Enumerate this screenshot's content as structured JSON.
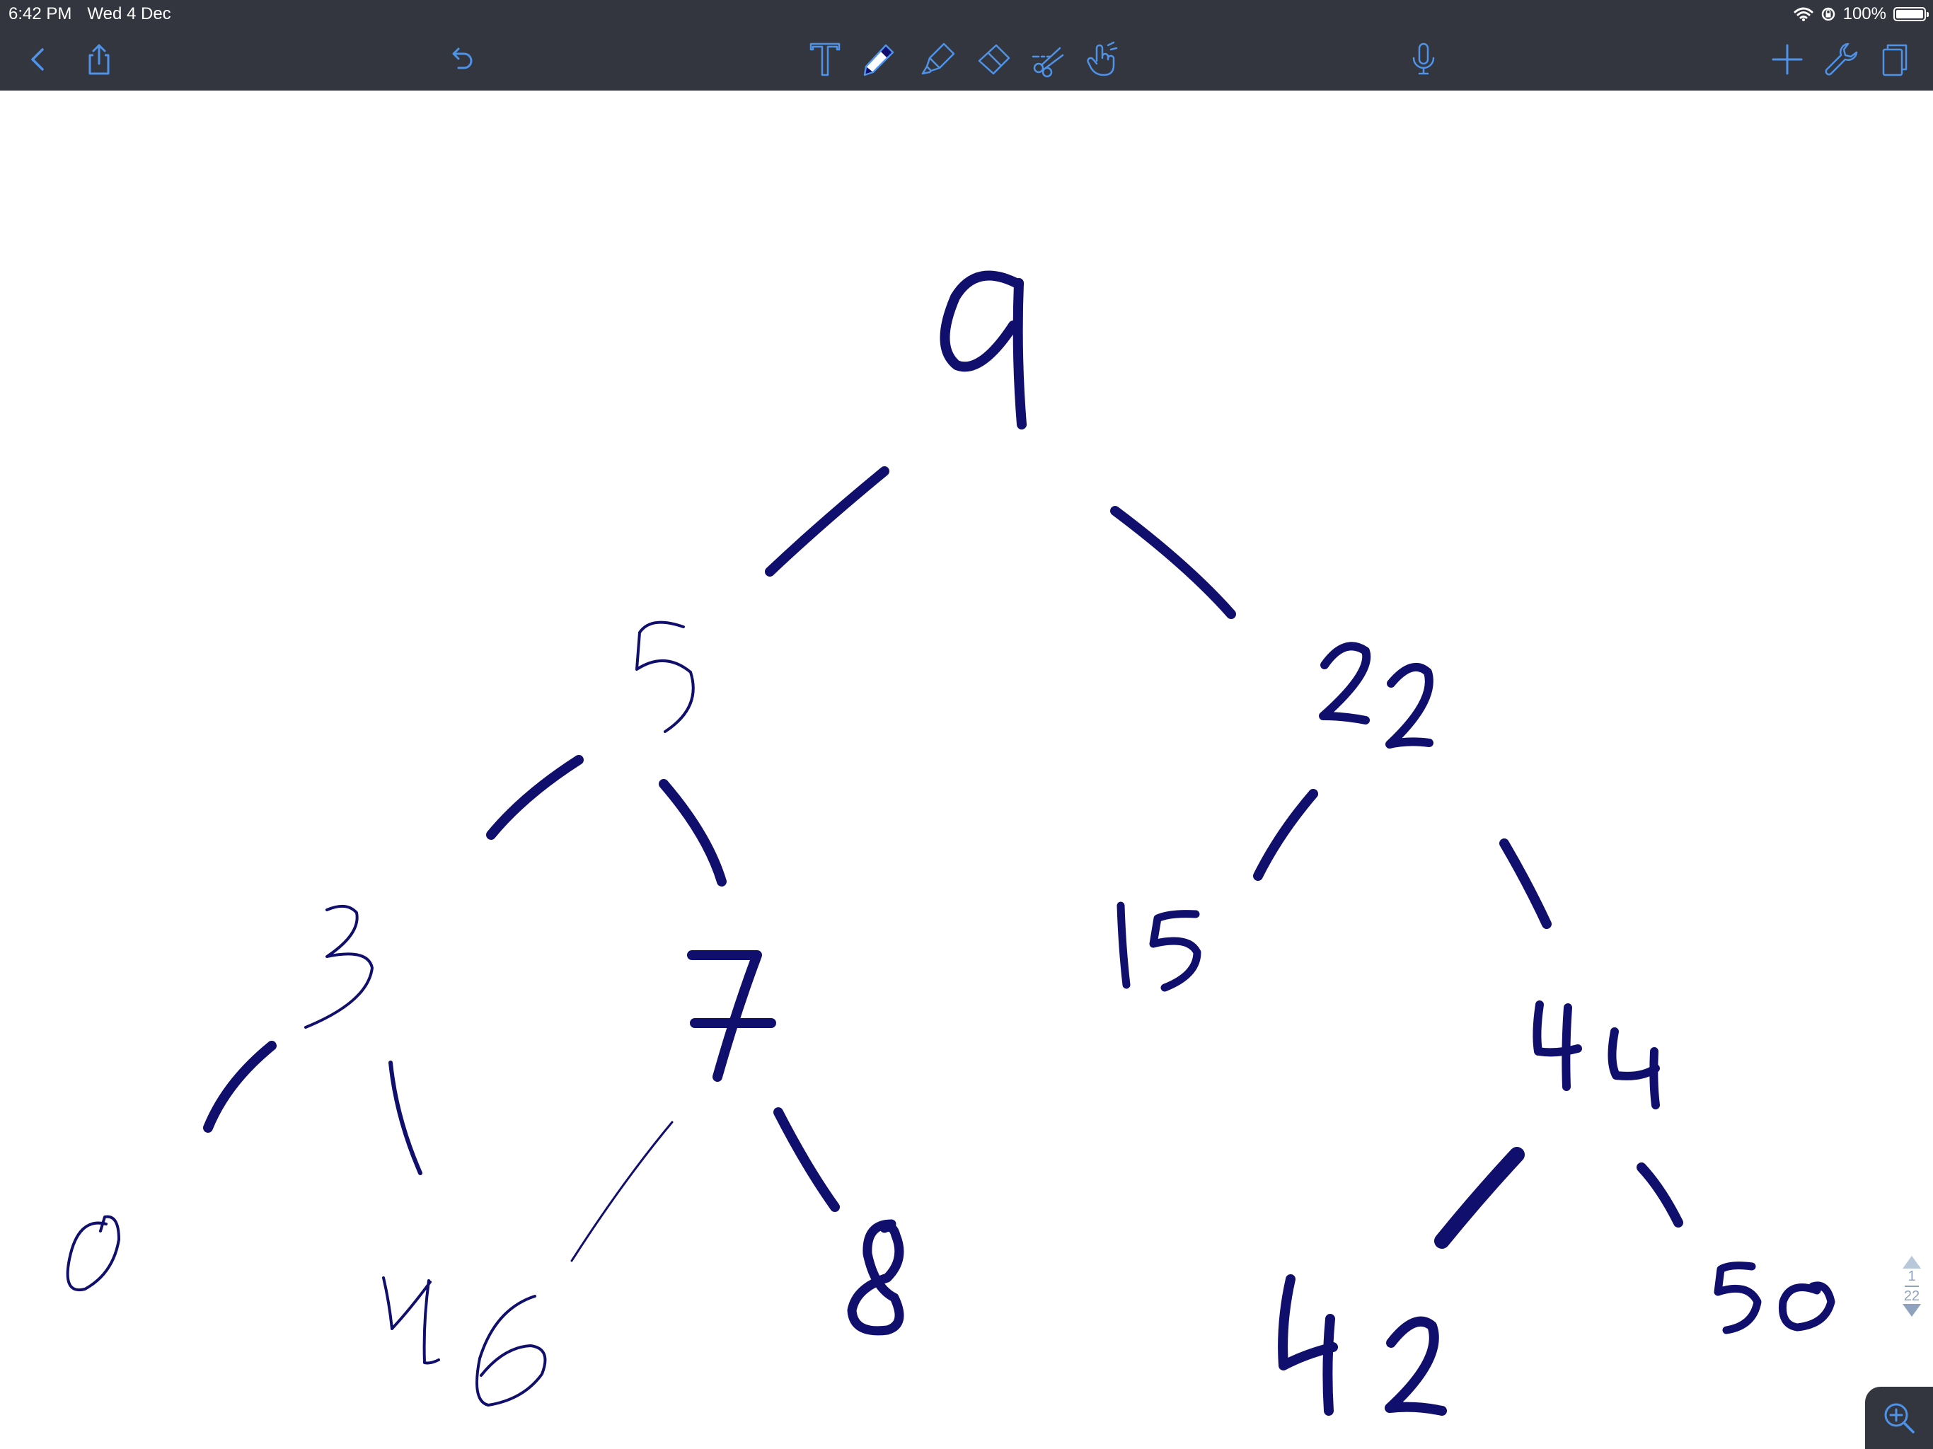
{
  "status_bar": {
    "time": "6:42 PM",
    "date": "Wed 4 Dec",
    "battery": "100%"
  },
  "toolbar": {
    "left_icons": [
      "back-icon",
      "share-icon",
      "undo-icon"
    ],
    "tools": [
      "text-tool-icon",
      "pen-tool-icon",
      "highlighter-tool-icon",
      "eraser-tool-icon",
      "lasso-scissors-icon",
      "hand-pointer-icon"
    ],
    "selected_tool": "pen-tool-icon",
    "right_icons": [
      "microphone-icon",
      "add-icon",
      "wrench-icon",
      "pages-icon"
    ],
    "icon_color": "#4f93e8",
    "background": "#33363f"
  },
  "page_indicator": {
    "current": "1",
    "total": "22"
  },
  "handwriting": {
    "ink_color": "#110f6e",
    "numbers": [
      "9",
      "5",
      "22",
      "3",
      "7",
      "15",
      "44",
      "0",
      "4",
      "6",
      "8",
      "42",
      "50"
    ]
  },
  "zoom_button_icon": "zoom-in-icon"
}
